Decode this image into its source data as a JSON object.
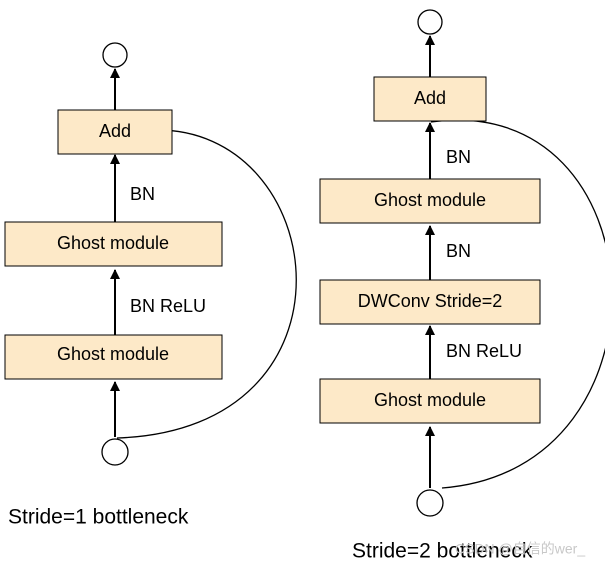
{
  "left": {
    "boxes": [
      "Add",
      "Ghost module",
      "Ghost module"
    ],
    "edge_labels": [
      "BN",
      "BN ReLU"
    ],
    "caption": "Stride=1 bottleneck"
  },
  "right": {
    "boxes": [
      "Add",
      "Ghost module",
      "DWConv Stride=2",
      "Ghost module"
    ],
    "edge_labels": [
      "BN",
      "BN",
      "BN ReLU"
    ],
    "caption": "Stride=2 bottleneck"
  },
  "watermark": "CSDN @自信的wer_"
}
